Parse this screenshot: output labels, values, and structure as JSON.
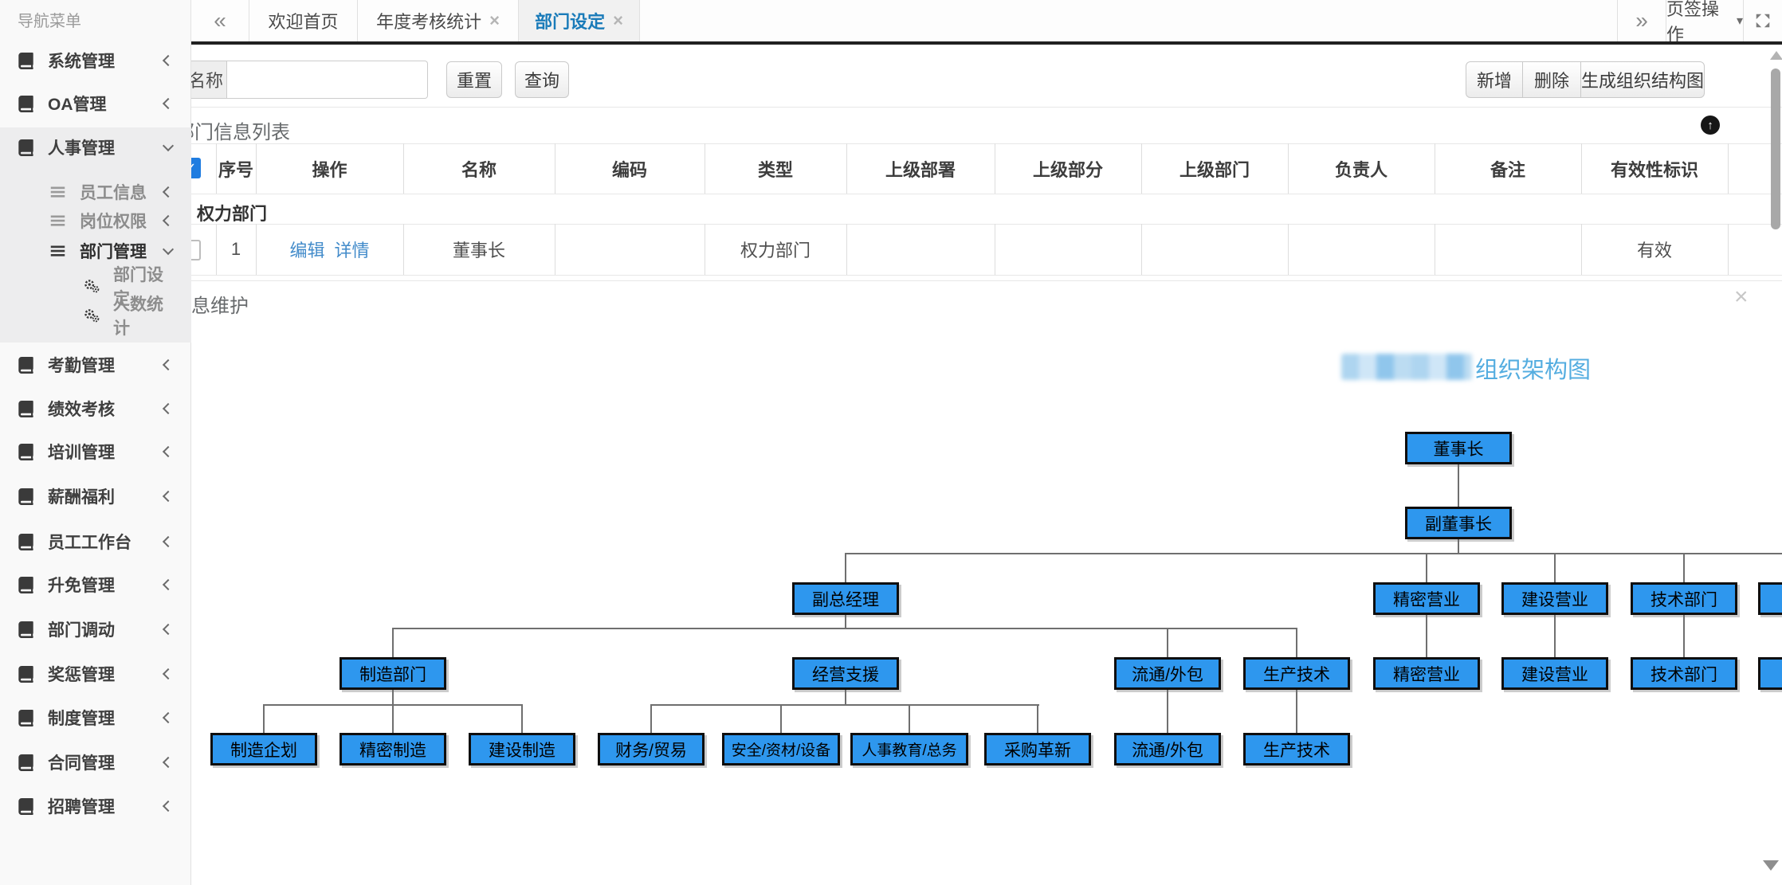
{
  "colors": {
    "accent_blue": "#1a7bb9",
    "link_blue": "#428bca",
    "node_fill": "#2e97ee",
    "org_title_blue": "#54ade0",
    "checkbox_blue": "#1f7ce0"
  },
  "icons": {
    "prev": "«",
    "next": "»",
    "caret_down": "▾",
    "close": "×",
    "collapse_up": "↑",
    "check": "✓"
  },
  "sidebar": {
    "title": "导航菜单",
    "items": [
      {
        "label": "系统管理"
      },
      {
        "label": "OA管理"
      },
      {
        "label": "人事管理"
      },
      {
        "label": "考勤管理"
      },
      {
        "label": "绩效考核"
      },
      {
        "label": "培训管理"
      },
      {
        "label": "薪酬福利"
      },
      {
        "label": "员工工作台"
      },
      {
        "label": "升免管理"
      },
      {
        "label": "部门调动"
      },
      {
        "label": "奖惩管理"
      },
      {
        "label": "制度管理"
      },
      {
        "label": "合同管理"
      },
      {
        "label": "招聘管理"
      }
    ],
    "submenu": [
      {
        "label": "员工信息"
      },
      {
        "label": "岗位权限"
      },
      {
        "label": "部门管理"
      }
    ],
    "subsub": [
      {
        "label": "部门设定"
      },
      {
        "label": "人数统计"
      }
    ]
  },
  "tabbar": {
    "tabs": [
      {
        "label": "欢迎首页"
      },
      {
        "label": "年度考核统计"
      },
      {
        "label": "部门设定"
      }
    ],
    "ops_label": "页签操作"
  },
  "toolbar": {
    "search_label": "名称",
    "search_value": "",
    "reset": "重置",
    "query": "查询",
    "add": "新增",
    "delete": "删除",
    "generate": "生成组织结构图"
  },
  "panel1": {
    "title": "部门信息列表"
  },
  "table": {
    "headers": [
      "序号",
      "操作",
      "名称",
      "编码",
      "类型",
      "上级部署",
      "上级部分",
      "上级部门",
      "负责人",
      "备注",
      "有效性标识"
    ],
    "group_row": "权力部门",
    "rows": [
      {
        "seq": "1",
        "actions": [
          "编辑",
          "详情"
        ],
        "name": "董事长",
        "code": "",
        "type": "权力部门",
        "sup1": "",
        "sup2": "",
        "sup3": "",
        "owner": "",
        "note": "",
        "valid": "有效"
      }
    ]
  },
  "panel2": {
    "title": "部门信息维护"
  },
  "orgchart": {
    "title": "组织架构图",
    "levels": [
      [
        "董事长"
      ],
      [
        "副董事长"
      ],
      [
        "副总经理",
        "精密营业",
        "建设营业",
        "技术部门"
      ],
      [
        "制造部门",
        "经营支援",
        "流通/外包",
        "生产技术",
        "精密营业",
        "建设营业",
        "技术部门"
      ],
      [
        "制造企划",
        "精密制造",
        "建设制造",
        "财务/贸易",
        "安全/资材/设备",
        "人事教育/总务",
        "采购革新",
        "流通/外包",
        "生产技术"
      ]
    ]
  }
}
